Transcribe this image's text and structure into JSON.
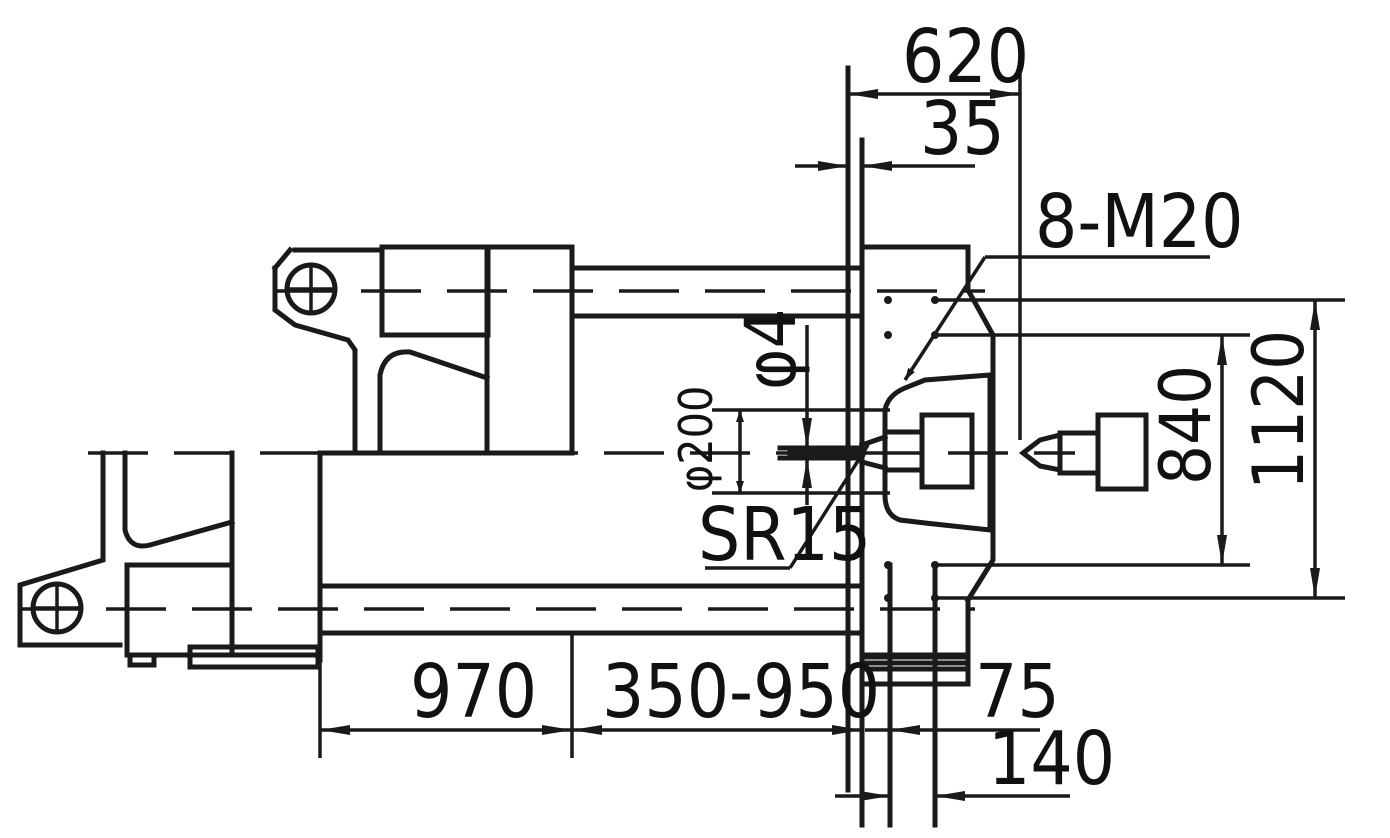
{
  "dimensions": {
    "d620": "620",
    "d35": "35",
    "d8m20": "8-M20",
    "d4": "φ4",
    "d200": "φ200",
    "dsr15": "SR15",
    "d840": "840",
    "d1120": "1120",
    "d970": "970",
    "d350_950": "350-950",
    "d75": "75",
    "d140": "140"
  },
  "colors": {
    "ink": "#1a1a1a",
    "paper": "#ffffff"
  }
}
